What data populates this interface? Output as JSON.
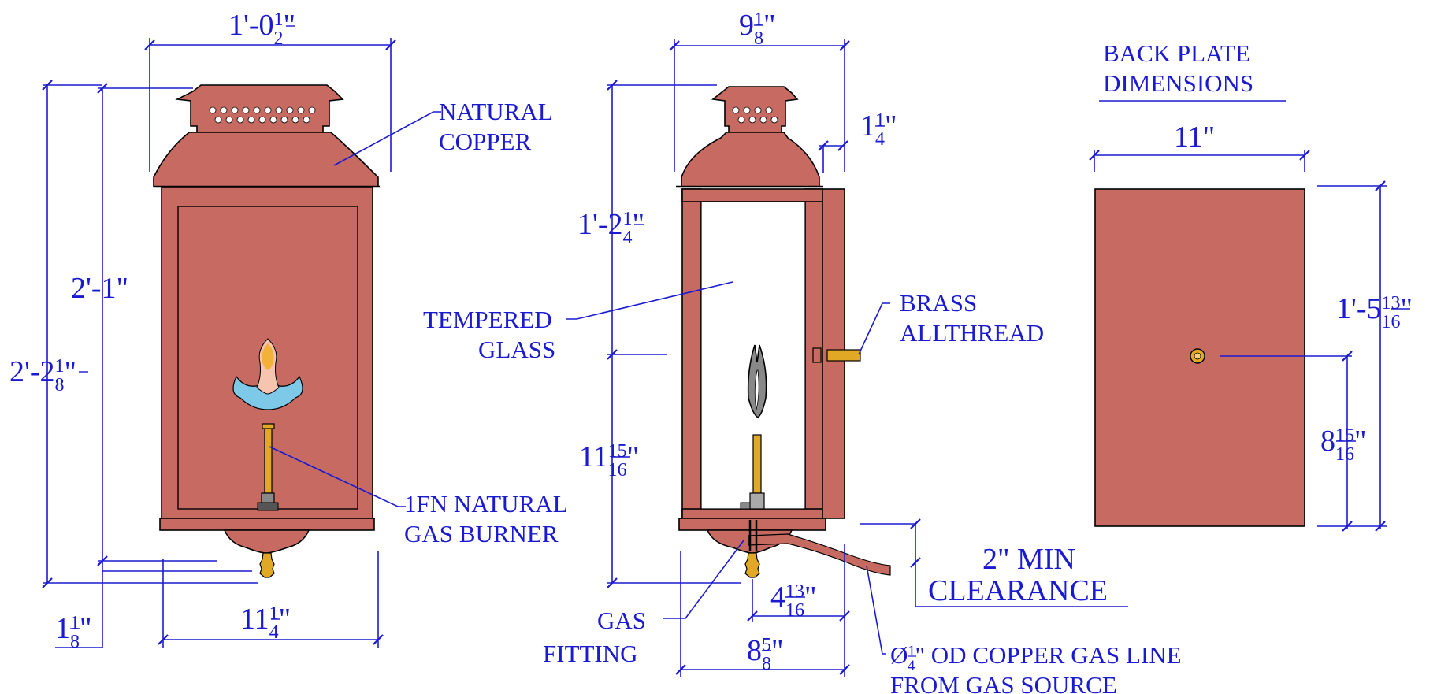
{
  "front_view": {
    "dim_top_width": "1'-0",
    "dim_top_width_frac_num": "1",
    "dim_top_width_frac_den": "2",
    "dim_height_body": "2'-1\"",
    "dim_height_total": "2'-2",
    "dim_height_total_frac_num": "1",
    "dim_height_total_frac_den": "8",
    "dim_bottom_width": "11",
    "dim_bottom_width_frac_num": "1",
    "dim_bottom_width_frac_den": "4",
    "dim_finial": "1",
    "dim_finial_frac_num": "1",
    "dim_finial_frac_den": "8",
    "label_material_line1": "NATURAL",
    "label_material_line2": "COPPER",
    "label_burner_line1": "1FN NATURAL",
    "label_burner_line2": "GAS BURNER"
  },
  "side_view": {
    "dim_top_width": "9",
    "dim_top_width_frac_num": "1",
    "dim_top_width_frac_den": "8",
    "dim_offset": "1",
    "dim_offset_frac_num": "1",
    "dim_offset_frac_den": "4",
    "dim_upper_height": "1'-2",
    "dim_upper_height_frac_num": "1",
    "dim_upper_height_frac_den": "4",
    "dim_lower_height": "11",
    "dim_lower_height_frac_num": "15",
    "dim_lower_height_frac_den": "16",
    "dim_fitting_offset": "4",
    "dim_fitting_offset_frac_num": "13",
    "dim_fitting_offset_frac_den": "16",
    "dim_base_depth": "8",
    "dim_base_depth_frac_num": "5",
    "dim_base_depth_frac_den": "8",
    "label_glass_line1": "TEMPERED",
    "label_glass_line2": "GLASS",
    "label_allthread_line1": "BRASS",
    "label_allthread_line2": "ALLTHREAD",
    "label_fitting_line1": "GAS",
    "label_fitting_line2": "FITTING",
    "label_gasline_prefix": "Ø",
    "label_gasline_frac_num": "1",
    "label_gasline_frac_den": "4",
    "label_gasline_line1": "\" OD COPPER GAS LINE",
    "label_gasline_line2": "FROM GAS SOURCE",
    "clearance_line1": "2\" MIN",
    "clearance_line2": "CLEARANCE"
  },
  "back_plate": {
    "title_line1": "BACK PLATE",
    "title_line2": "DIMENSIONS",
    "dim_width": "11\"",
    "dim_height": "1'-5",
    "dim_height_frac_num": "13",
    "dim_height_frac_den": "16",
    "dim_hole_height": "8",
    "dim_hole_height_frac_num": "15",
    "dim_hole_height_frac_den": "16"
  },
  "colors": {
    "copper": "#c76a62",
    "dimension_blue": "#1a1ad0",
    "brass": "#e0a824",
    "flame_blue": "#7ec8e8",
    "flame_orange": "#f2b23a"
  }
}
